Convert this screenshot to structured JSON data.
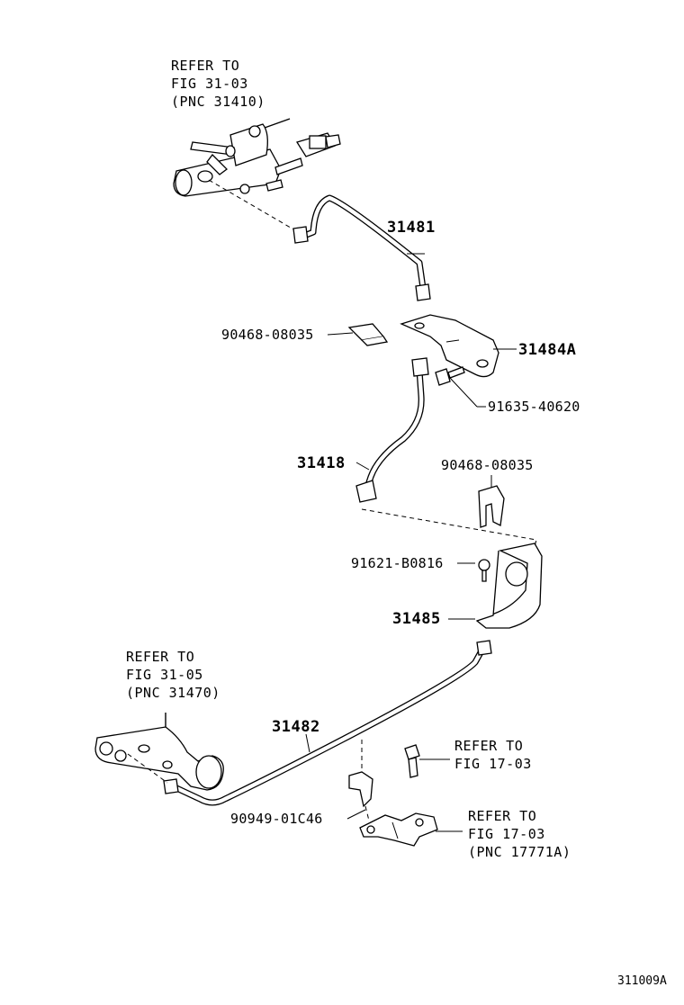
{
  "refs": {
    "master_cylinder": [
      "REFER TO",
      "FIG 31-03",
      "(PNC 31410)"
    ],
    "release_cylinder": [
      "REFER TO",
      "FIG 31-05",
      "(PNC 31470)"
    ],
    "bolt": [
      "REFER TO",
      "FIG 17-03"
    ],
    "bracket": [
      "REFER TO",
      "FIG 17-03",
      "(PNC 17771A)"
    ]
  },
  "parts": {
    "p31481": "31481",
    "p90468_top": "90468-08035",
    "p31484A": "31484A",
    "p91635": "91635-40620",
    "p31418": "31418",
    "p90468_mid": "90468-08035",
    "p91621": "91621-B0816",
    "p31485": "31485",
    "p31482": "31482",
    "p90949": "90949-01C46"
  },
  "diagram_code": "311009A"
}
